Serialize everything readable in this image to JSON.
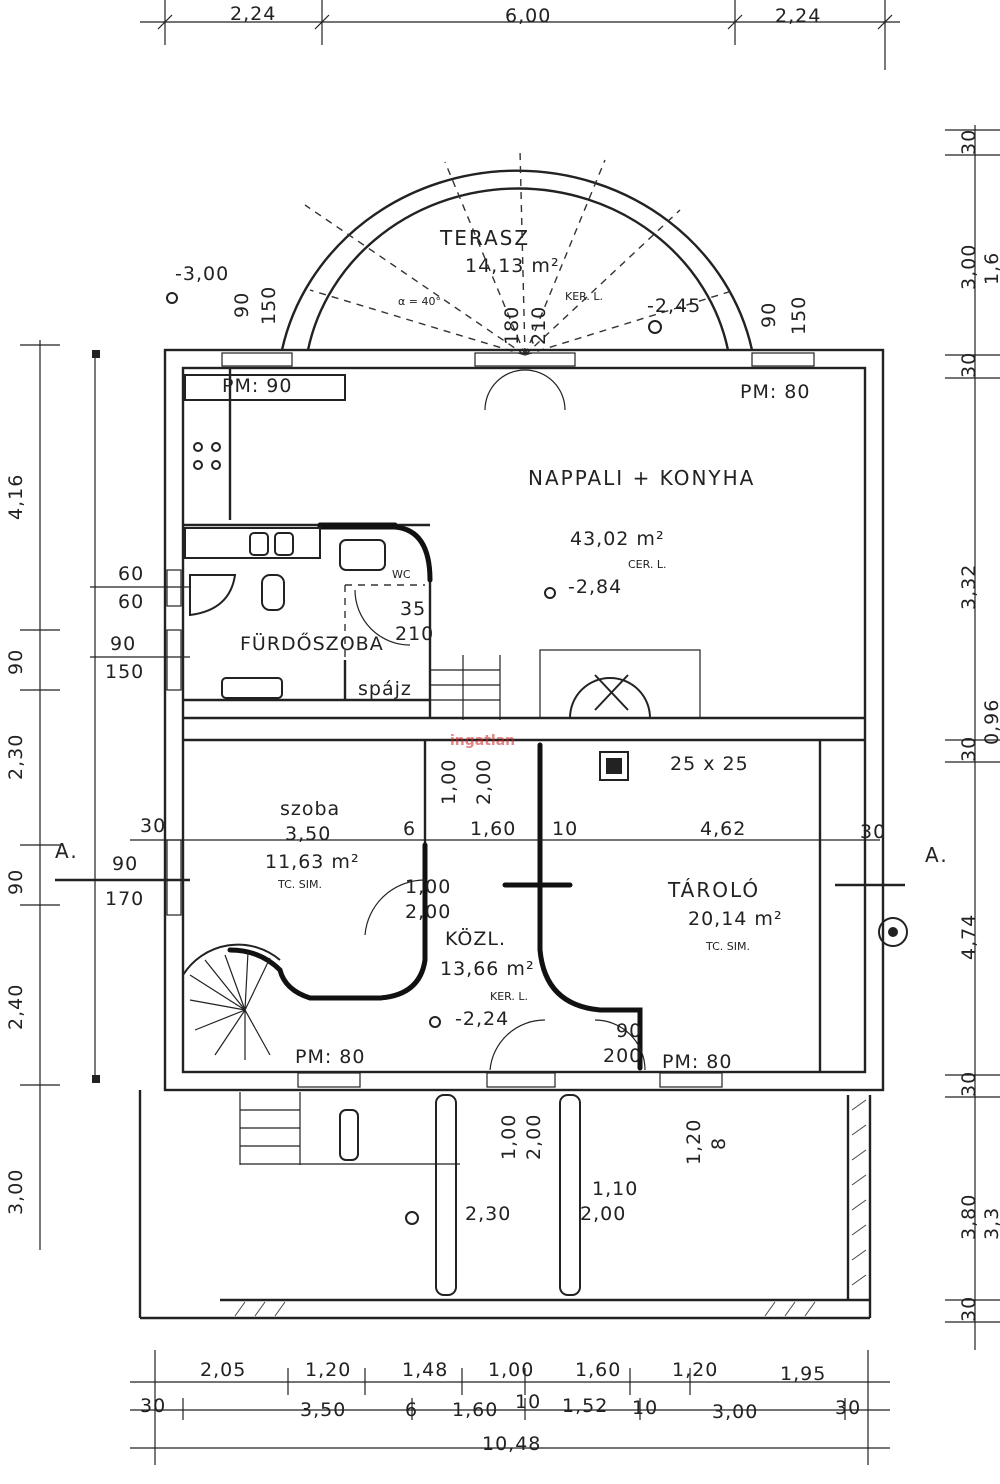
{
  "dimensions": {
    "top": [
      "2,24",
      "6,00",
      "2,24"
    ],
    "bottom_row1": [
      "2,05",
      "1,20",
      "1,48",
      "1,00",
      "1,60",
      "1,20",
      "1,95"
    ],
    "bottom_row2": [
      "30",
      "3,50",
      "6",
      "1,60",
      "10",
      "1,52",
      "10",
      "3,00",
      "30"
    ],
    "bottom_total": "10,48",
    "left": [
      "4,16",
      "90",
      "2,30",
      "90",
      "2,40",
      "3,00"
    ],
    "right": [
      "30",
      "3,00",
      "30",
      "3,32",
      "30",
      "4,74",
      "30",
      "3,80",
      "30"
    ],
    "right_edge": [
      "1,6",
      "0,96",
      "3,3"
    ],
    "window_left_1": [
      "60",
      "60"
    ],
    "window_left_2": [
      "90",
      "150"
    ],
    "window_left_3": [
      "90",
      "170"
    ],
    "wall_30_left": "30",
    "wall_30_right": "30",
    "mid_dims": [
      "1,60",
      "10",
      "4,62",
      "6"
    ],
    "door_main": [
      "1,00",
      "2,00"
    ],
    "door_hall": [
      "1,00",
      "2,00"
    ],
    "door_taro": [
      "90",
      "200"
    ],
    "door_front_1": [
      "1,00",
      "2,00"
    ],
    "door_front_2": [
      "1,10",
      "2,00"
    ],
    "door_side": [
      "1,20",
      "8"
    ],
    "door_terrace_l": [
      "90",
      "150"
    ],
    "door_terrace_r": [
      "90",
      "150"
    ],
    "door_terrace_c": [
      "180",
      "210"
    ],
    "bath_dims": [
      "35",
      "210"
    ],
    "front_landing": "2,30",
    "vent": "25 x 25",
    "window_labels": [
      "PM: 90",
      "PM: 80",
      "PM: 80",
      "PM: 80"
    ]
  },
  "rooms": {
    "terrace": {
      "name": "TERASZ",
      "area": "14,13 m²",
      "level_note": "KER. L.",
      "level": "-2,45",
      "level_left": "-3,00",
      "angle": "α = 40°"
    },
    "living": {
      "name": "NAPPALI + KONYHA",
      "area": "43,02 m²",
      "floor": "CER. L.",
      "level": "-2,84"
    },
    "bath": {
      "name": "FÜRDŐSZOBA",
      "wc": "WC"
    },
    "pantry": {
      "name": "spájz"
    },
    "room": {
      "name": "szoba",
      "width": "3,50",
      "area": "11,63 m²",
      "floor": "TC. SIM."
    },
    "hall": {
      "name": "KÖZL.",
      "area": "13,66 m²",
      "floor": "KER. L.",
      "level": "-2,24"
    },
    "storage": {
      "name": "TÁROLÓ",
      "area": "20,14 m²",
      "floor": "TC. SIM."
    }
  },
  "section_marks": [
    "A.",
    "A."
  ],
  "watermark": "ingatlan"
}
